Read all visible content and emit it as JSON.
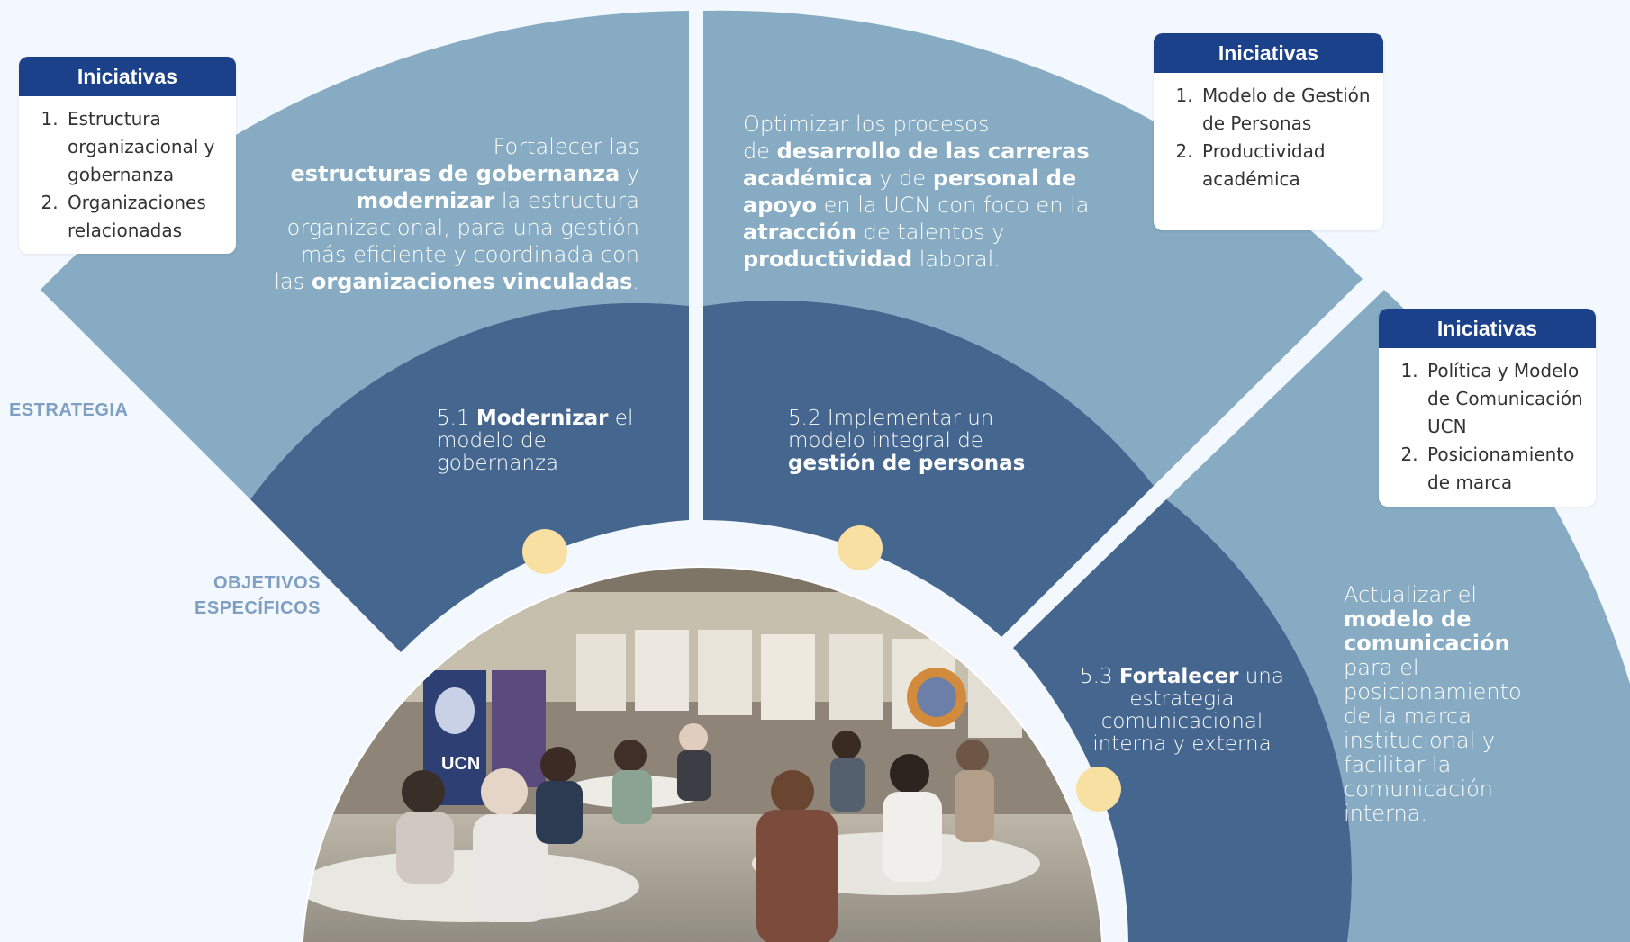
{
  "labels": {
    "strategy": "ESTRATEGIA",
    "objectives_line1": "OBJETIVOS",
    "objectives_line2": "ESPECÍFICOS"
  },
  "segments": [
    {
      "strategy_parts": [
        {
          "t": "Fortalecer las"
        },
        {
          "br": true
        },
        {
          "t": "estructuras de gobernanza",
          "b": true
        },
        {
          "t": " y"
        },
        {
          "br": true
        },
        {
          "t": "modernizar",
          "b": true
        },
        {
          "t": " la estructura"
        },
        {
          "br": true
        },
        {
          "t": "organizacional, para una gestión"
        },
        {
          "br": true
        },
        {
          "t": "más eficiente y coordinada con"
        },
        {
          "br": true
        },
        {
          "t": "las "
        },
        {
          "t": "organizaciones vinculadas",
          "b": true
        },
        {
          "t": "."
        }
      ],
      "objective_parts": [
        {
          "t": "5.1 "
        },
        {
          "t": "Modernizar",
          "b": true
        },
        {
          "t": " el"
        },
        {
          "br": true
        },
        {
          "t": "modelo de"
        },
        {
          "br": true
        },
        {
          "t": "gobernanza"
        }
      ],
      "initiatives_title": "Iniciativas",
      "initiatives": [
        "Estructura organizacional y gobernanza",
        "Organizaciones relacionadas"
      ]
    },
    {
      "strategy_parts": [
        {
          "t": "Optimizar los procesos"
        },
        {
          "br": true
        },
        {
          "t": "de "
        },
        {
          "t": "desarrollo de las carreras",
          "b": true
        },
        {
          "br": true
        },
        {
          "t": "académica",
          "b": true
        },
        {
          "t": " y de "
        },
        {
          "t": "personal de",
          "b": true
        },
        {
          "br": true
        },
        {
          "t": "apoyo",
          "b": true
        },
        {
          "t": " en la UCN con foco en la"
        },
        {
          "br": true
        },
        {
          "t": "atracción",
          "b": true
        },
        {
          "t": " de talentos y"
        },
        {
          "br": true
        },
        {
          "t": "productividad",
          "b": true
        },
        {
          "t": " laboral."
        }
      ],
      "objective_parts": [
        {
          "t": "5.2 Implementar un"
        },
        {
          "br": true
        },
        {
          "t": "modelo integral de"
        },
        {
          "br": true
        },
        {
          "t": "gestión de personas",
          "b": true
        }
      ],
      "initiatives_title": "Iniciativas",
      "initiatives": [
        "Modelo de Gestión de Personas",
        "Productividad académica"
      ]
    },
    {
      "strategy_parts": [
        {
          "t": "Actualizar el"
        },
        {
          "br": true
        },
        {
          "t": "modelo de",
          "b": true
        },
        {
          "br": true
        },
        {
          "t": "comunicación",
          "b": true
        },
        {
          "br": true
        },
        {
          "t": "para el"
        },
        {
          "br": true
        },
        {
          "t": "posicionamiento"
        },
        {
          "br": true
        },
        {
          "t": "de la marca"
        },
        {
          "br": true
        },
        {
          "t": "institucional y"
        },
        {
          "br": true
        },
        {
          "t": "facilitar la"
        },
        {
          "br": true
        },
        {
          "t": "comunicación"
        },
        {
          "br": true
        },
        {
          "t": "interna."
        }
      ],
      "objective_parts": [
        {
          "t": "5.3 "
        },
        {
          "t": "Fortalecer",
          "b": true
        },
        {
          "t": " una"
        },
        {
          "br": true
        },
        {
          "t": "estrategia"
        },
        {
          "br": true
        },
        {
          "t": "comunicacional"
        },
        {
          "br": true
        },
        {
          "t": "interna y externa"
        }
      ],
      "initiatives_title": "Iniciativas",
      "initiatives": [
        "Política y Modelo de Comunicación UCN",
        "Posicionamiento de marca"
      ]
    }
  ],
  "colors": {
    "background": "#f3f8fe",
    "strategy_ring": "#86abc3",
    "objective_ring": "#44668f",
    "card_header": "#1a4189",
    "label": "#7f9fc2",
    "dot": "#f8dfa2"
  },
  "photo": {
    "logo_text": "UCN"
  }
}
